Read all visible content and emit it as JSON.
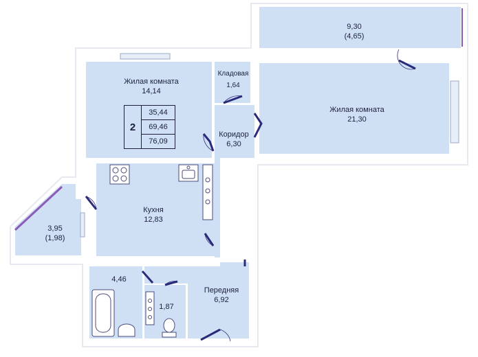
{
  "rooms": {
    "balcony_top": {
      "area": "9,30",
      "area_reduced": "(4,65)"
    },
    "living_room_1": {
      "name": "Жилая комната",
      "area": "14,14"
    },
    "storage": {
      "name": "Кладовая",
      "area": "1,64"
    },
    "living_room_2": {
      "name": "Жилая комната",
      "area": "21,30"
    },
    "corridor": {
      "name": "Коридор",
      "area": "6,30"
    },
    "kitchen": {
      "name": "Кухня",
      "area": "12,83"
    },
    "balcony_left": {
      "area": "3,95",
      "area_reduced": "(1,98)"
    },
    "bathroom": {
      "area": "4,46"
    },
    "toilet": {
      "area": "1,87"
    },
    "hallway": {
      "name": "Передняя",
      "area": "6,92"
    }
  },
  "summary": {
    "room_count": "2",
    "living_area": "35,44",
    "total_area": "69,46",
    "total_area_with_balconies": "76,09"
  },
  "colors": {
    "room_fill": "#cfe0f5",
    "wall": "#ffffff",
    "door": "#2b2a7a",
    "window_purple": "#8b5bb8"
  }
}
